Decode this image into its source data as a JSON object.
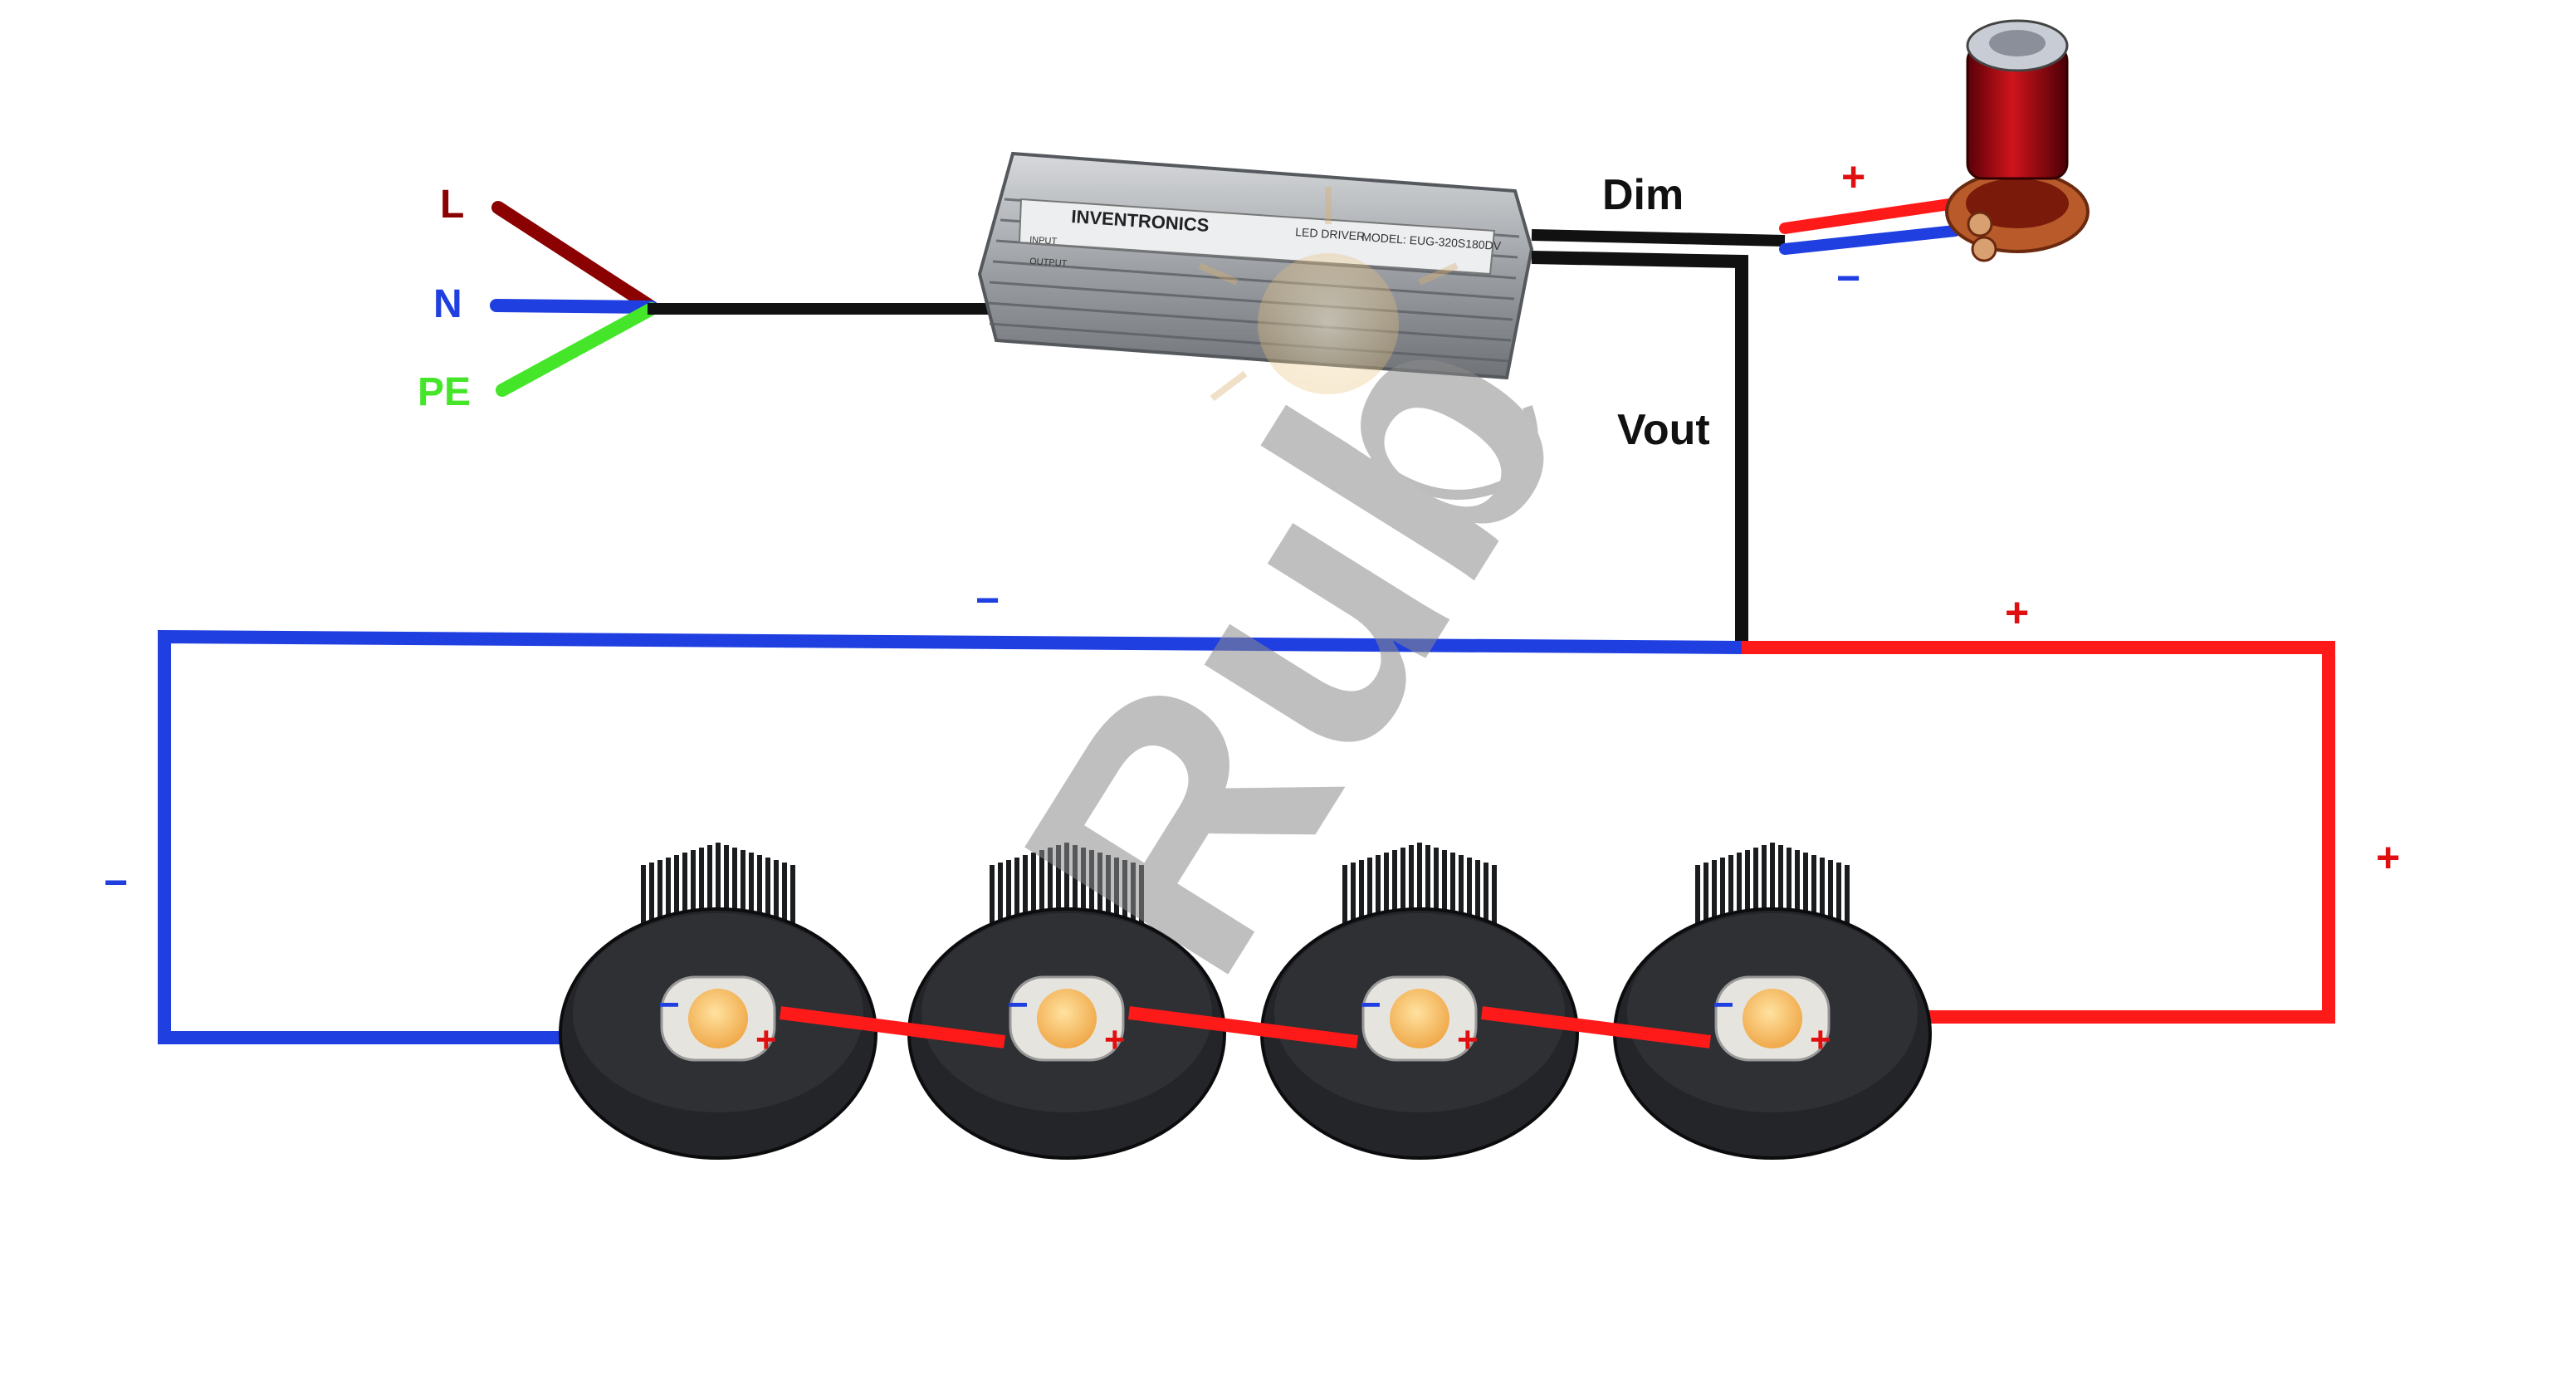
{
  "labels": {
    "L": "L",
    "N": "N",
    "PE": "PE",
    "dim": "Dim",
    "vout": "Vout",
    "pot_plus": "+",
    "pot_minus": "−",
    "bus_minus": "−",
    "bus_plus": "+",
    "left_minus": "−",
    "right_plus": "+"
  },
  "driver": {
    "brand": "INVENTRONICS",
    "type": "LED DRIVER",
    "model": "MODEL: EUG-320S180DV",
    "input": "INPUT",
    "output": "OUTPUT"
  },
  "watermark": {
    "text": "Rub"
  },
  "led_modules": [
    {
      "minus": "−",
      "plus": "+"
    },
    {
      "minus": "−",
      "plus": "+"
    },
    {
      "minus": "−",
      "plus": "+"
    },
    {
      "minus": "−",
      "plus": "+"
    }
  ],
  "colors": {
    "live": "#8b0000",
    "neutral": "#1f3fe0",
    "earth": "#45e62a",
    "negative": "#1f3fe0",
    "positive": "#ff1a1a",
    "signal": "#111111",
    "label_red": "#e01010",
    "label_blue": "#1f3fe0"
  }
}
